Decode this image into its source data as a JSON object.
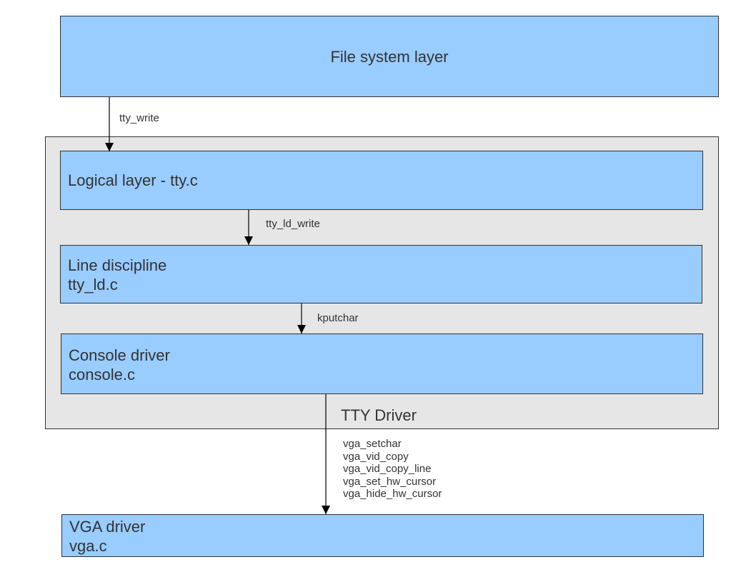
{
  "fs_layer": {
    "label": "File system layer"
  },
  "tty_driver": {
    "title": "TTY Driver",
    "logical_layer": {
      "label": "Logical layer - tty.c"
    },
    "line_discipline": {
      "lines": [
        "Line discipline",
        "tty_ld.c"
      ]
    },
    "console_driver": {
      "lines": [
        "Console driver",
        "console.c"
      ]
    }
  },
  "vga_driver": {
    "lines": [
      "VGA driver",
      "vga.c"
    ]
  },
  "edges": {
    "fs_to_logical": "tty_write",
    "logical_to_ld": "tty_ld_write",
    "ld_to_console": "kputchar",
    "console_to_vga": [
      "vga_setchar",
      "vga_vid_copy",
      "vga_vid_copy_line",
      "vga_set_hw_cursor",
      "vga_hide_hw_cursor"
    ]
  },
  "colors": {
    "box_fill": "#99ccff",
    "container_fill": "#e6e6e6",
    "stroke": "#333333"
  }
}
